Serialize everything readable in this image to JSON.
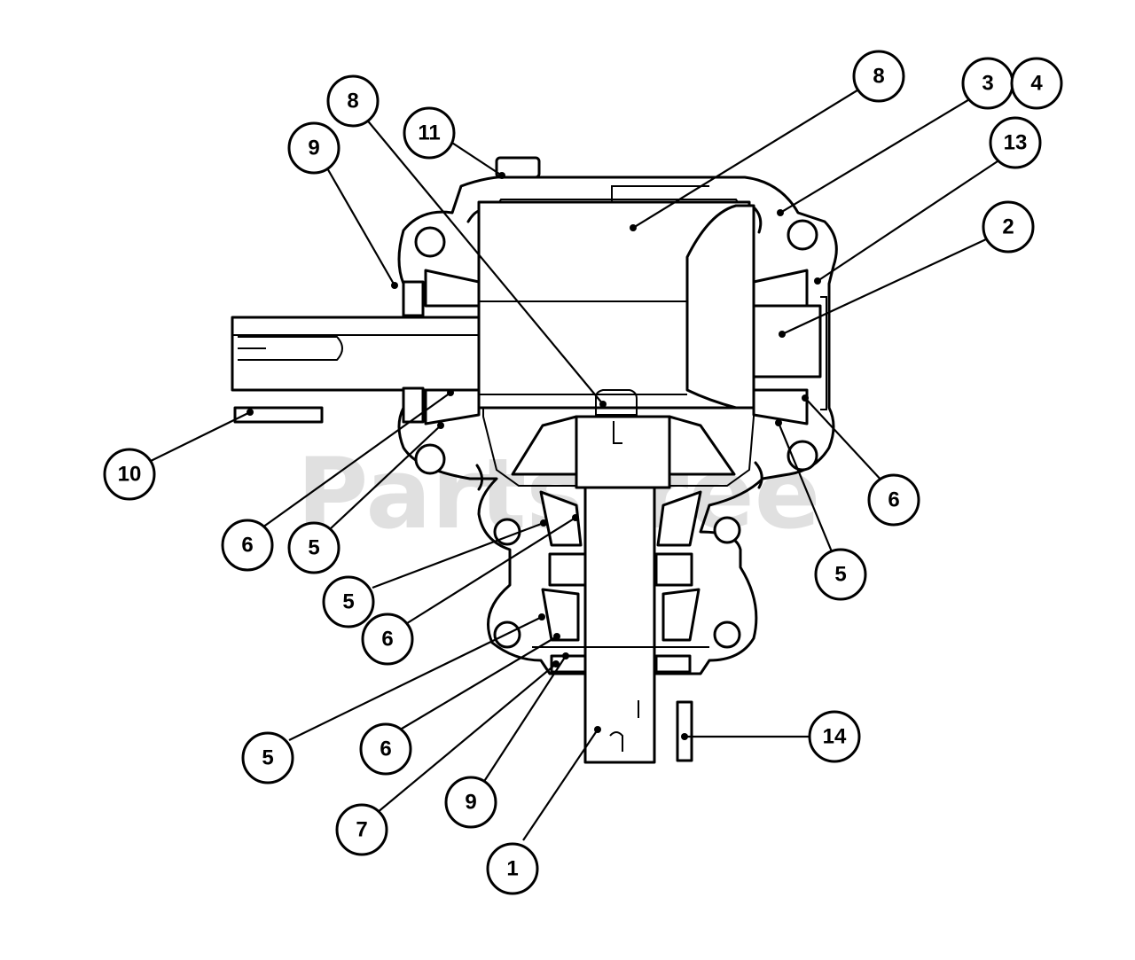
{
  "watermark": "PartsTree",
  "callouts": [
    {
      "id": "c1",
      "label": "1"
    },
    {
      "id": "c2",
      "label": "2"
    },
    {
      "id": "c3",
      "label": "3"
    },
    {
      "id": "c4",
      "label": "4"
    },
    {
      "id": "c5a",
      "label": "5"
    },
    {
      "id": "c5b",
      "label": "5"
    },
    {
      "id": "c5c",
      "label": "5"
    },
    {
      "id": "c5d",
      "label": "5"
    },
    {
      "id": "c6a",
      "label": "6"
    },
    {
      "id": "c6b",
      "label": "6"
    },
    {
      "id": "c6c",
      "label": "6"
    },
    {
      "id": "c6d",
      "label": "6"
    },
    {
      "id": "c7",
      "label": "7"
    },
    {
      "id": "c8a",
      "label": "8"
    },
    {
      "id": "c8b",
      "label": "8"
    },
    {
      "id": "c9a",
      "label": "9"
    },
    {
      "id": "c9b",
      "label": "9"
    },
    {
      "id": "c10",
      "label": "10"
    },
    {
      "id": "c11",
      "label": "11"
    },
    {
      "id": "c13",
      "label": "13"
    },
    {
      "id": "c14",
      "label": "14"
    }
  ]
}
